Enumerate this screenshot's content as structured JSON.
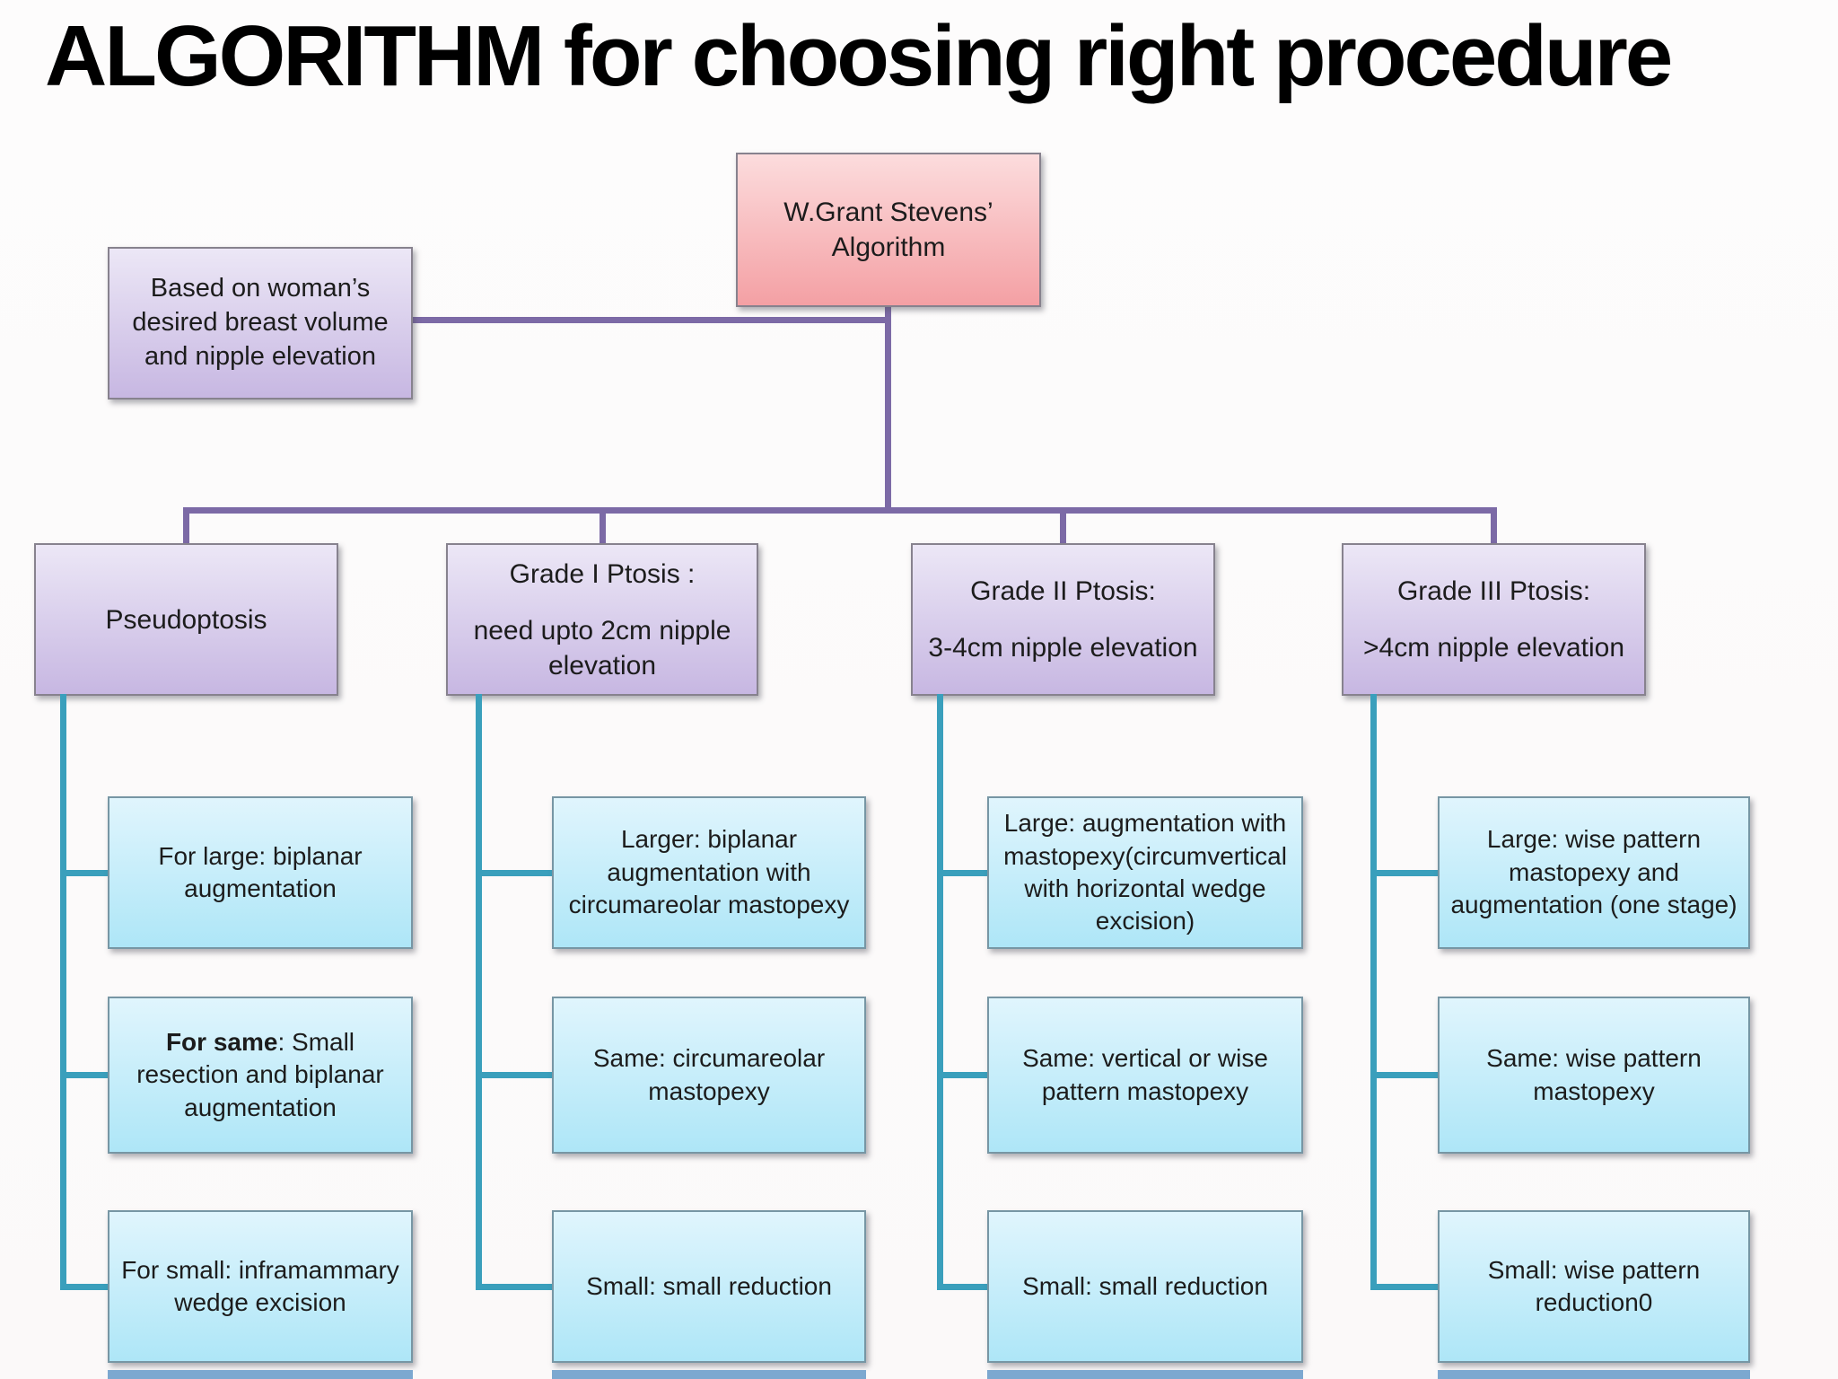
{
  "title": "ALGORITHM for choosing right procedure",
  "root_box": {
    "text": "W.Grant Stevens’ Algorithm"
  },
  "basis_box": {
    "text": "Based on woman’s desired breast volume and nipple elevation"
  },
  "columns": [
    {
      "id": "pseudoptosis",
      "header_lines": [
        "Pseudoptosis"
      ],
      "options": [
        {
          "text": "For large: biplanar augmentation"
        },
        {
          "bold": "For same",
          "text": ": Small resection and biplanar augmentation"
        },
        {
          "text": "For small: inframammary wedge excision"
        }
      ]
    },
    {
      "id": "grade-1-ptosis",
      "header_lines": [
        "Grade I Ptosis :",
        "need upto 2cm nipple elevation"
      ],
      "options": [
        {
          "text": "Larger: biplanar augmentation with circumareolar mastopexy"
        },
        {
          "text": "Same: circumareolar mastopexy"
        },
        {
          "text": "Small: small reduction"
        }
      ]
    },
    {
      "id": "grade-2-ptosis",
      "header_lines": [
        "Grade II Ptosis:",
        "3-4cm nipple elevation"
      ],
      "options": [
        {
          "text": "Large: augmentation with mastopexy(circumvertical with horizontal wedge excision)"
        },
        {
          "text": "Same: vertical or wise pattern mastopexy"
        },
        {
          "text": "Small: small reduction"
        }
      ]
    },
    {
      "id": "grade-3-ptosis",
      "header_lines": [
        "Grade III Ptosis:",
        ">4cm nipple elevation"
      ],
      "options": [
        {
          "text": "Large: wise pattern mastopexy and augmentation (one stage)"
        },
        {
          "text": "Same: wise pattern mastopexy"
        },
        {
          "text": "Small: wise pattern reduction0"
        }
      ]
    }
  ],
  "colors": {
    "title_color": "#000000",
    "root_top": "#fcdcdd",
    "root_bottom": "#f4a0a4",
    "category_top": "#ece7f6",
    "category_bottom": "#c7b7e2",
    "option_top": "#e0f5fd",
    "option_bottom": "#aee6f7",
    "purple_connector": "#7c6aa6",
    "teal_connector": "#3a9fbc",
    "bottom_strip": "#7ca8d0"
  }
}
